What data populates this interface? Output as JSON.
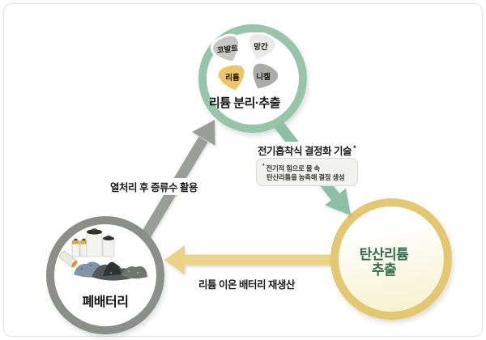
{
  "diagram": {
    "top_circle": {
      "title": "리튬 분리·추출",
      "ring_color": "#96c5a9",
      "elements": [
        {
          "label": "코발트",
          "color": "#c6c6c4"
        },
        {
          "label": "망간",
          "color": "#eaeae8"
        },
        {
          "label": "리튬",
          "color": "#eec668"
        },
        {
          "label": "니켈",
          "color": "#ababa9"
        }
      ]
    },
    "left_circle": {
      "title": "폐배터리",
      "ring_color": "#8c8e8a"
    },
    "right_circle": {
      "title_line1": "탄산리튬",
      "title_line2": "추출",
      "ring_color": "#e3c86f",
      "text_color": "#2e6b4a"
    },
    "arrows": {
      "heat": {
        "label": "열처리 후 증류수 활용",
        "color": "#9a9d98"
      },
      "crystallize": {
        "label": "전기흡착식 결정화 기술",
        "footnote_marker": "*",
        "color": "#8cc0a4"
      },
      "regen": {
        "label": "리튬 이온 배터리 재생산",
        "color": "#ebd584"
      }
    },
    "note": {
      "marker": "*",
      "line1": "전기적 힘으로 물 속",
      "line2": "탄산리튬을 농축해 결정 생성"
    }
  }
}
